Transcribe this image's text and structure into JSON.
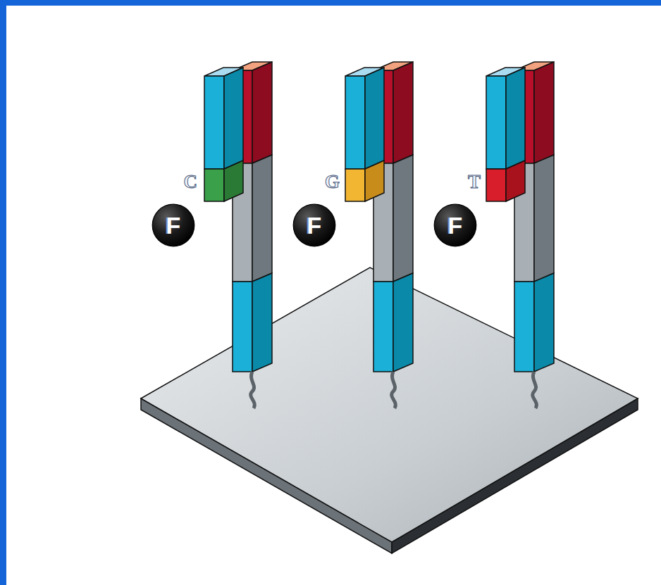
{
  "diagram": {
    "nodes": [
      {
        "text": [
          "F"
        ]
      },
      {
        "text": [
          "F"
        ]
      },
      {
        "text": [
          "F"
        ]
      }
    ],
    "labels": [
      "C",
      "G",
      "T"
    ]
  }
}
